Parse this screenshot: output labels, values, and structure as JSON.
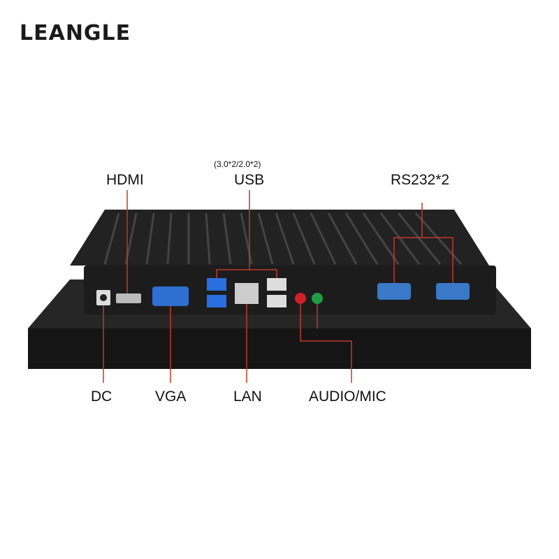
{
  "brand": {
    "logo_text": "LEANGLE"
  },
  "labels": {
    "hdmi": "HDMI",
    "usb": "USB",
    "usb_detail": "(3.0*2/2.0*2)",
    "rs232": "RS232*2",
    "dc": "DC",
    "vga": "VGA",
    "lan": "LAN",
    "audio_mic": "AUDIO/MIC"
  },
  "colors": {
    "callout_line": "#c0392b",
    "chassis": "#1c1c1c",
    "vga_port": "#2f6fd1",
    "serial_port": "#3a78c8",
    "usb3_port": "#2a6fe0",
    "audio_jack": "#d2202a",
    "mic_jack": "#1f9e45"
  }
}
